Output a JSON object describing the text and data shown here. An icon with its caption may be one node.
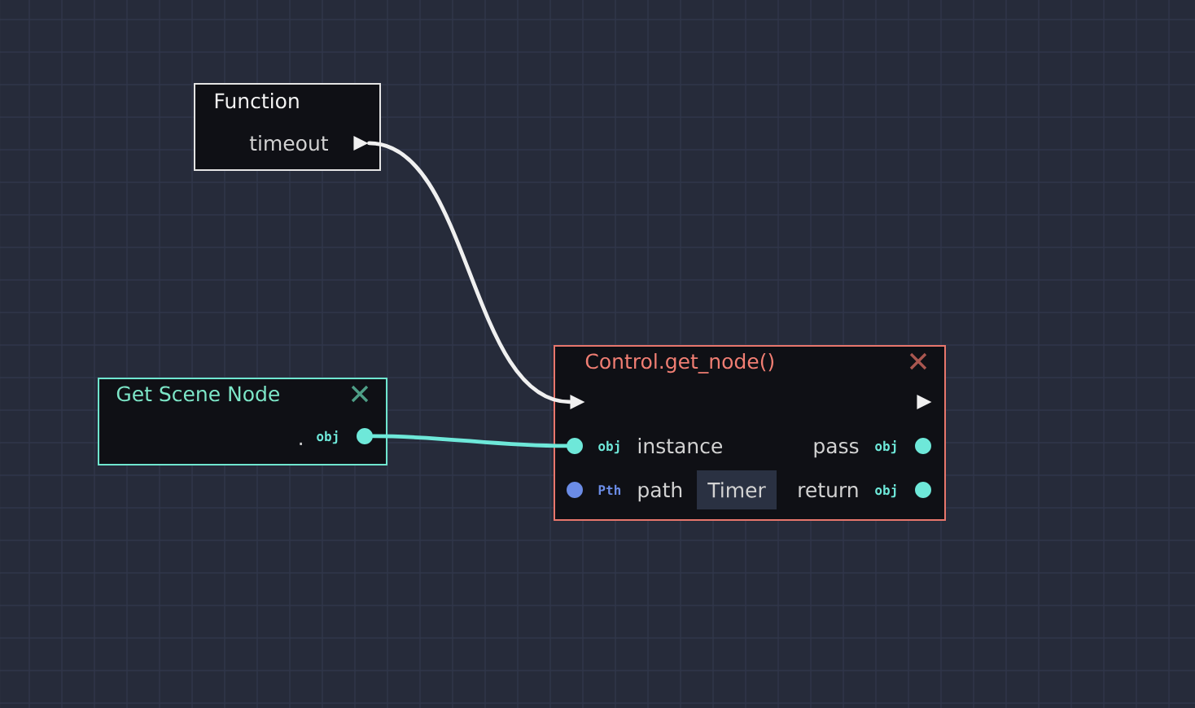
{
  "diagram": {
    "nodes": [
      {
        "text": [
          "Function",
          "timeout"
        ]
      },
      {
        "text": [],
        "shape": "triangle",
        "in": 0
      },
      {
        "text": [
          "Get Scene Node",
          ".",
          "obj"
        ]
      },
      {
        "text": [],
        "shape": "circle",
        "in": 2
      },
      {
        "text": [
          "Control.get_node()",
          "obj",
          "instance",
          "pass",
          "obj",
          "Pth",
          "path",
          "return",
          "obj"
        ]
      },
      {
        "text": [],
        "shape": "triangle",
        "in": 4
      },
      {
        "text": [],
        "shape": "triangle",
        "in": 4
      },
      {
        "text": [],
        "shape": "circle",
        "in": 4
      },
      {
        "text": [],
        "shape": "circle",
        "in": 4
      },
      {
        "text": [],
        "shape": "circle",
        "in": 4
      },
      {
        "text": [
          "Timer"
        ],
        "in": 4
      },
      {
        "text": [],
        "shape": "circle",
        "in": 4
      }
    ],
    "edges": [
      {
        "from": 1,
        "to": 5,
        "arrow": "none"
      },
      {
        "from": 3,
        "to": 7,
        "arrow": "none",
        "color": "#6ee8d9"
      }
    ]
  }
}
